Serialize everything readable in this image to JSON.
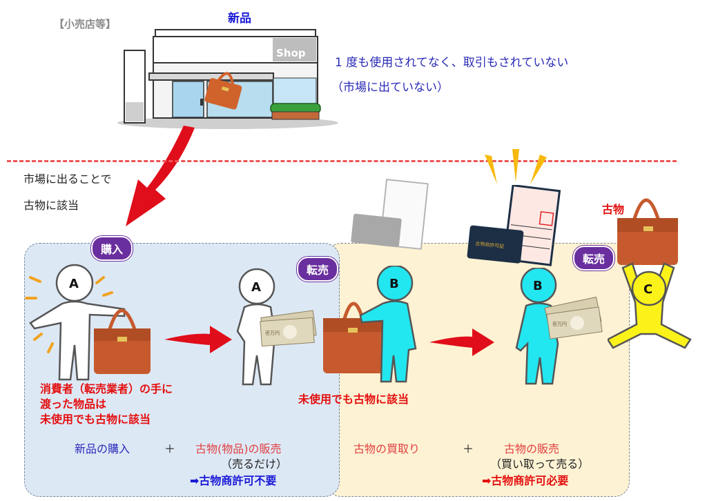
{
  "header": {
    "store_label": "【小売店等】",
    "new_item_label": "新品",
    "shop_sign": "Shop",
    "unused_line1": "1 度も使用されてなく、取引もされていない",
    "unused_line2": "（市場に出ていない）"
  },
  "market": {
    "line1": "市場に出ることで",
    "line2": "古物に該当"
  },
  "badges": {
    "purchase": "購入",
    "resale1": "転売",
    "resale2": "転売"
  },
  "people": {
    "a1": "A",
    "a2": "A",
    "b1": "B",
    "b2": "B",
    "c": "C"
  },
  "used_goods_label": "古物",
  "notes": {
    "consumer_line1": "消費者（転売業者）の手に",
    "consumer_line2": "渡った物品は",
    "consumer_line3": "未使用でも古物に該当",
    "unused_is_used": "未使用でも古物に該当"
  },
  "left_summary": {
    "new_purchase": "新品の購入",
    "plus": "＋",
    "sale": "古物(物品)の販売",
    "sale_note": "（売るだけ）",
    "conclusion": "➡古物商許可不要"
  },
  "right_summary": {
    "buy": "古物の買取り",
    "plus": "＋",
    "sale": "古物の販売",
    "sale_note": "（買い取って売る）",
    "conclusion": "➡古物商許可必要"
  },
  "license_card_text": "古物商許可証",
  "money_text": "壱万円",
  "colors": {
    "accent_purple": "#6a2f9e",
    "arrow_red": "#e00d1a",
    "zone_blue": "#dde8f5",
    "zone_yellow": "#fdf2d3",
    "person_a": "#ffffff",
    "person_b": "#22e6f0",
    "person_c": "#fbf21a",
    "bag": "#c65a2e"
  }
}
